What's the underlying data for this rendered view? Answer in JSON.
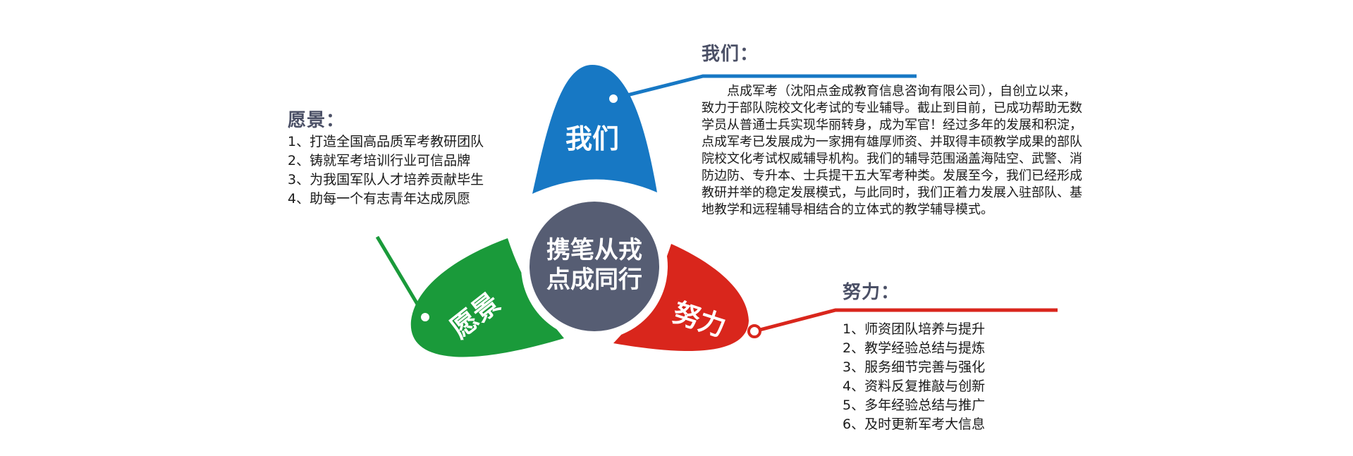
{
  "colors": {
    "blue": "#1778c4",
    "green": "#1a9a3a",
    "red": "#d9261c",
    "center": "#565d73",
    "heading": "#4b5066"
  },
  "center": {
    "line1": "携笔从戎",
    "line2": "点成同行"
  },
  "petals": {
    "women": "我们",
    "yuanjing": "愿景",
    "nuli": "努力"
  },
  "women_section": {
    "heading": "我们：",
    "text": "　　点成军考（沈阳点金成教育信息咨询有限公司），自创立以来，致力于部队院校文化考试的专业辅导。截止到目前，已成功帮助无数学员从普通士兵实现华丽转身，成为军官！经过多年的发展和积淀，点成军考已发展成为一家拥有雄厚师资、并取得丰硕教学成果的部队院校文化考试权威辅导机构。我们的辅导范围涵盖海陆空、武警、消防边防、专升本、士兵提干五大军考种类。发展至今，我们已经形成教研并举的稳定发展模式，与此同时，我们正着力发展入驻部队、基地教学和远程辅导相结合的立体式的教学辅导模式。"
  },
  "yuanjing_section": {
    "heading": "愿景：",
    "items": [
      "1、打造全国高品质军考教研团队",
      "2、铸就军考培训行业可信品牌",
      "3、为我国军队人才培养贡献毕生",
      "4、助每一个有志青年达成夙愿"
    ]
  },
  "nuli_section": {
    "heading": "努力：",
    "items": [
      "1、师资团队培养与提升",
      "2、教学经验总结与提炼",
      "3、服务细节完善与强化",
      "4、资料反复推敲与创新",
      "5、多年经验总结与推广",
      "6、及时更新军考大信息"
    ]
  }
}
